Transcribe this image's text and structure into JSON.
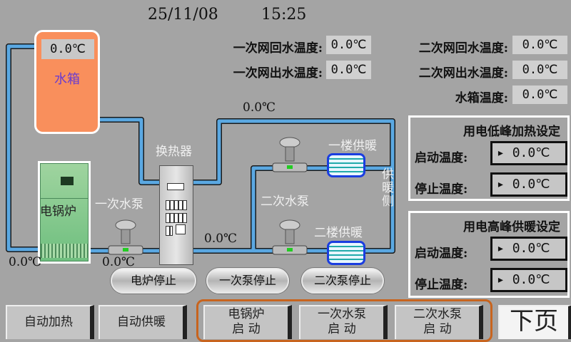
{
  "header": {
    "date": "25/11/08",
    "time": "15:25"
  },
  "tank": {
    "label": "水箱",
    "temp": "0.0℃"
  },
  "readouts": [
    {
      "label": "一次网回水温度:",
      "value": "0.0℃"
    },
    {
      "label": "一次网出水温度:",
      "value": "0.0℃"
    },
    {
      "label": "二次网回水温度:",
      "value": "0.0℃"
    },
    {
      "label": "二次网出水温度:",
      "value": "0.0℃"
    },
    {
      "label": "水箱温度:",
      "value": "0.0℃"
    }
  ],
  "diagram": {
    "heat_exchanger": "换热器",
    "boiler": "电锅炉",
    "primary_pump": "一次水泵",
    "secondary_pump": "二次水泵",
    "floor1": "一楼供暖",
    "floor2": "二楼供暖",
    "heating_side": "供暖侧",
    "temp_top": "0.0℃",
    "temp_mid": "0.0℃",
    "temp_boiler": "0.0℃",
    "temp_pump": "0.0℃"
  },
  "stop_buttons": [
    "电炉停止",
    "一次泵停止",
    "二次泵停止"
  ],
  "low_peak": {
    "title": "用电低峰加热设定",
    "start_label": "启动温度:",
    "start_value": "0.0℃",
    "stop_label": "停止温度:",
    "stop_value": "0.0℃"
  },
  "high_peak": {
    "title": "用电高峰供暖设定",
    "start_label": "启动温度:",
    "start_value": "0.0℃",
    "stop_label": "停止温度:",
    "stop_value": "0.0℃"
  },
  "bottom": {
    "auto_heat": "自动加热",
    "auto_supply": "自动供暖",
    "boiler_start": [
      "电锅炉",
      "启 动"
    ],
    "primary_start": [
      "一次水泵",
      "启 动"
    ],
    "secondary_start": [
      "二次水泵",
      "启 动"
    ],
    "next_page": "下页"
  },
  "colors": {
    "pipe": "#5aa8e2",
    "tank": "#f98f5c",
    "accent_frame": "#c8641e"
  }
}
